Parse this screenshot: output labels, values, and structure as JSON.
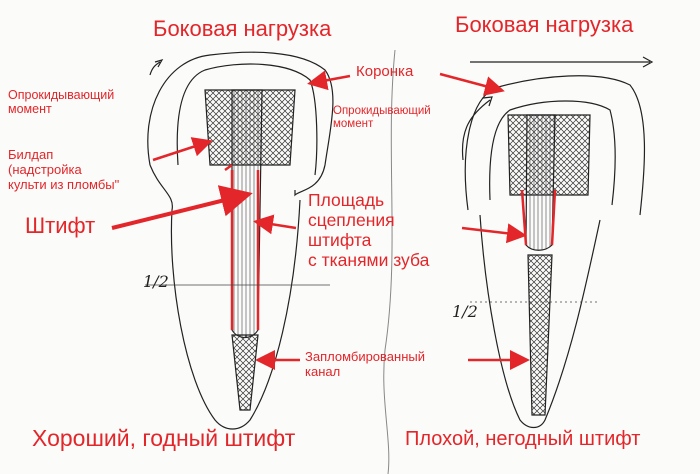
{
  "left": {
    "lateral_load": "Боковая нагрузка",
    "tipping_moment": [
      "Опрокидывающий",
      "момент"
    ],
    "buildup": [
      "Билдап",
      "(надстройка",
      "культи из пломбы\""
    ],
    "post": "Штифт",
    "bond_area": [
      "Площадь",
      "сцепления",
      "штифта",
      "с тканями зуба"
    ],
    "half_mark": "1/2",
    "filled_canal": [
      "Запломбированный",
      "канал"
    ],
    "caption": "Хороший, годный штифт"
  },
  "right": {
    "lateral_load": "Боковая нагрузка",
    "crown": "Коронка",
    "tipping_moment": [
      "Опрокидывающий",
      "момент"
    ],
    "half_mark": "1/2",
    "caption": "Плохой, негодный штифт"
  },
  "colors": {
    "label": "#e3262a",
    "sketch": "#222222"
  }
}
